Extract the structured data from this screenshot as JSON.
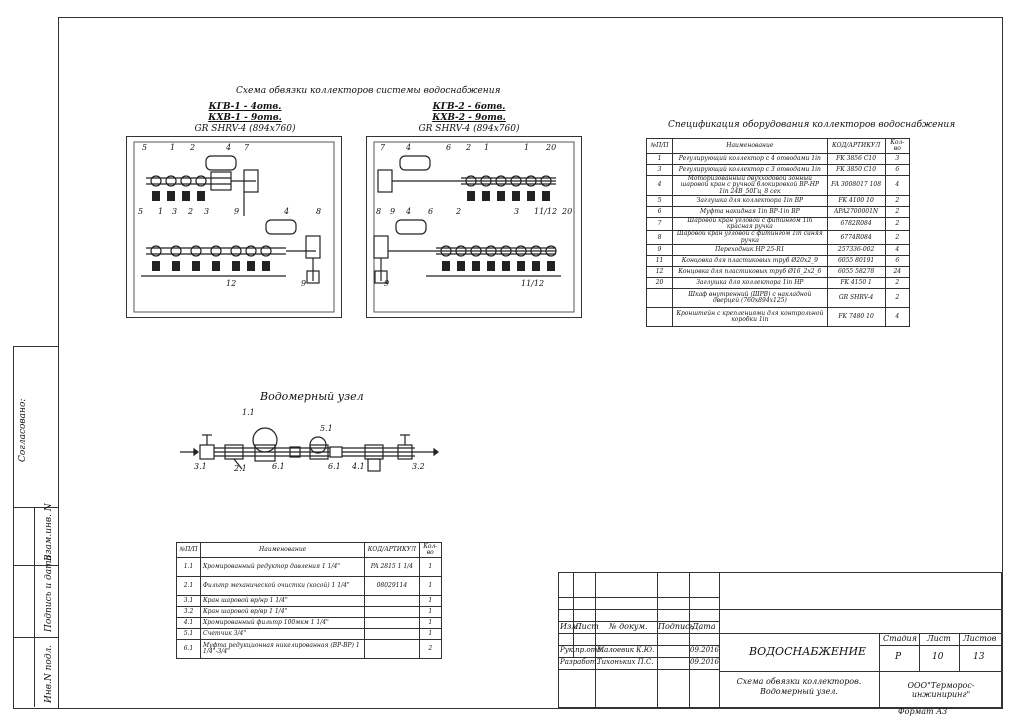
{
  "drawing": {
    "scheme_title": "Схема обвязки коллекторов системы водоснабжения",
    "left_group": {
      "line1": "КГВ-1 - 4отв.",
      "line2": "КХВ-1 - 9отв.",
      "cabinet": "GR SHRV-4 (894x760)"
    },
    "right_group": {
      "line1": "КГВ-2 - 6отв.",
      "line2": "КХВ-2 - 9отв.",
      "cabinet": "GR SHRV-4 (894x760)"
    },
    "left_callouts_top": [
      "5",
      "1",
      "2",
      "4",
      "7"
    ],
    "left_callouts_mid": [
      "5",
      "1",
      "3",
      "2",
      "3",
      "9",
      "4",
      "8"
    ],
    "left_callouts_bottom": [
      "12",
      "9"
    ],
    "right_callouts_top": [
      "7",
      "4",
      "6",
      "2",
      "1",
      "1",
      "20"
    ],
    "right_callouts_mid": [
      "8",
      "9",
      "4",
      "6",
      "2",
      "3",
      "11/12",
      "20"
    ],
    "right_callouts_bottom": [
      "11/12",
      "9"
    ],
    "meter_title": "Водомерный узел",
    "meter_callouts": [
      "1.1",
      "5.1",
      "3.1",
      "2.1",
      "6.1",
      "6.1",
      "4.1",
      "3.2"
    ]
  },
  "spec": {
    "title": "Спецификация оборудования коллекторов водоснабжения",
    "headers": [
      "№П/П",
      "Наименование",
      "КОД/АРТИКУЛ",
      "Кол-во"
    ],
    "rows": [
      [
        "1",
        "Регулирующий коллектор с 4 отводами 1in",
        "FK 3856 C10",
        "3"
      ],
      [
        "3",
        "Регулирующий коллектор с 3 отводами 1in",
        "FK 3850 C10",
        "6"
      ],
      [
        "4",
        "Моторизованный двухходовой зонный шаровой кран с ручной блокировкой ВР-НР 1in 24В_50Гц_8 сек",
        "FA 3008017 108",
        "4"
      ],
      [
        "5",
        "Заглушка для коллектора 1in ВР",
        "FK 4100 10",
        "2"
      ],
      [
        "6",
        "Муфта накидная 1in ВР-1in ВР",
        "APA2700001N",
        "2"
      ],
      [
        "7",
        "Шаровой кран угловой с фитингом 1in красная ручка",
        "6782R084",
        "2"
      ],
      [
        "8",
        "Шаровой кран угловой с фитингом 1in синяя ручка",
        "6774R084",
        "2"
      ],
      [
        "9",
        "Переходник НР 25-R1",
        "257336-002",
        "4"
      ],
      [
        "11",
        "Концовка для пластиковых труб Ø20х2_9",
        "6055 80191",
        "6"
      ],
      [
        "12",
        "Концовка для пластиковых труб Ø16_2х2_6",
        "6055 58278",
        "24"
      ],
      [
        "20",
        "Заглушка для коллектора 1in НР",
        "FK 4150 1",
        "2"
      ],
      [
        "",
        "Шкаф внутренний (ШРВ) с накладной дверцей (760х894х125)",
        "GR SHRV-4",
        "2"
      ],
      [
        "",
        "Кронштейн с креплениями для контрольной коробки 1in",
        "FK 7480 10",
        "4"
      ]
    ]
  },
  "meter_spec": {
    "headers": [
      "№П/П",
      "Наименование",
      "КОД/АРТИКУЛ",
      "Кол-во"
    ],
    "rows": [
      [
        "1.1",
        "Хромированный редуктор давления 1 1/4\"",
        "PA 2815 1 1/4",
        "1"
      ],
      [
        "2.1",
        "Фильтр механической очистки (косой) 1 1/4\"",
        "08029114",
        "1"
      ],
      [
        "3.1",
        "Кран шаровой вр/нр 1 1/4\"",
        "",
        "1"
      ],
      [
        "3.2",
        "Кран шаровой вр/вр 1 1/4\"",
        "",
        "1"
      ],
      [
        "4.1",
        "Хромированный фильтр 100мкм 1 1/4\"",
        "",
        "1"
      ],
      [
        "5.1",
        "Счетчик 3/4\"",
        "",
        "1"
      ],
      [
        "6.1",
        "Муфта редукционная никелированная (ВР-ВР) 1 1/4\"-3/4\"",
        "",
        "2"
      ]
    ]
  },
  "side_labels": {
    "agreed": "Согласовано:",
    "inv_vzam": "Взам.инв. N",
    "sign_date": "Подпись и дата",
    "inv_podl": "Инв.N подл."
  },
  "stamp": {
    "col_headers": [
      "Изм.",
      "Лист",
      "№ докум.",
      "Подпись",
      "Дата"
    ],
    "rows": [
      {
        "role": "Рук.пр.отд.",
        "name": "Малоевик К.Ю.",
        "date": "09.2016"
      },
      {
        "role": "Разработ.",
        "name": "Тихоньких П.С.",
        "date": "09.2016"
      }
    ],
    "title": "ВОДОСНАБЖЕНИЕ",
    "desc_line1": "Схема обвязки коллекторов.",
    "desc_line2": "Водомерный узел.",
    "stage_label": "Стадия",
    "sheet_label": "Лист",
    "sheets_label": "Листов",
    "stage": "Р",
    "sheet": "10",
    "sheets": "13",
    "company": "ООО\"Терморос-инжиниринг\"",
    "format": "Формат А3"
  }
}
